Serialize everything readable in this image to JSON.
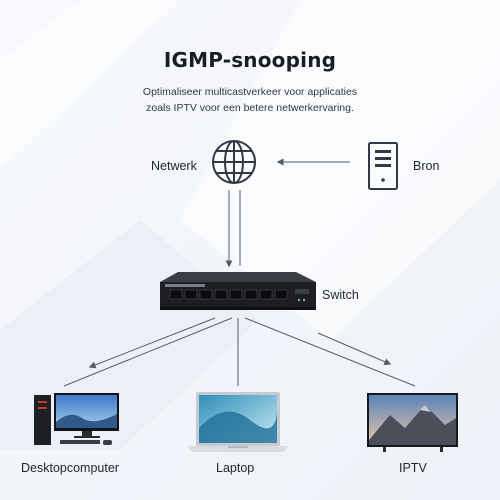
{
  "header": {
    "title": "IGMP-snooping",
    "subtitle_line1": "Optimaliseer multicastverkeer voor applicaties",
    "subtitle_line2": "zoals IPTV voor een betere netwerkervaring."
  },
  "nodes": {
    "network": "Netwerk",
    "source": "Bron",
    "switch": "Switch",
    "desktop": "Desktopcomputer",
    "laptop": "Laptop",
    "iptv": "IPTV"
  },
  "icons": {
    "network": "globe-icon",
    "source": "server-icon",
    "switch": "network-switch",
    "desktop": "desktop-computer",
    "laptop": "laptop",
    "iptv": "tv"
  },
  "colors": {
    "background": "#f3f6fb",
    "text": "#1a1d24",
    "arrow": "#555b66"
  }
}
